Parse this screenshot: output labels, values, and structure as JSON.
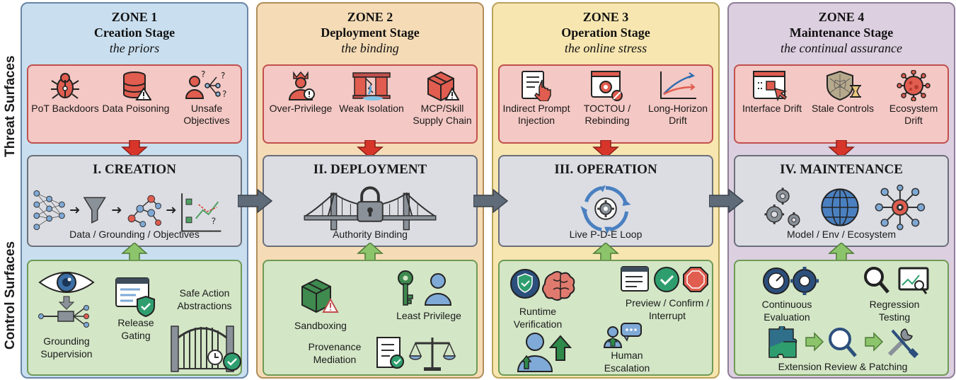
{
  "side_labels": {
    "threat": "Threat Surfaces",
    "control": "Control Surfaces"
  },
  "colors": {
    "zone1": "#c9dff0",
    "zone2": "#f5dcb6",
    "zone3": "#f7e6b0",
    "zone4": "#dccfe0",
    "threat": "#f4c8c4",
    "threat_border": "#c0504d",
    "core": "#dcdde3",
    "control": "#d3e6c6",
    "arrow_red": "#d8352a",
    "arrow_green": "#8cc46b",
    "flow_arrow": "#5f6b78"
  },
  "zones": [
    {
      "zone": "ZONE 1",
      "stage": "Creation Stage",
      "subtitle": "the priors",
      "threats": [
        {
          "label": "PoT Backdoors",
          "icon": "bug-icon"
        },
        {
          "label": "Data Poisoning",
          "icon": "database-warning-icon"
        },
        {
          "label": "Unsafe Objectives",
          "icon": "user-question-icon"
        }
      ],
      "core_title": "I. CREATION",
      "core_sub": "Data / Grounding / Objectives",
      "controls": [
        "Grounding Supervision",
        "Release Gating",
        "Safe Action Abstractions"
      ]
    },
    {
      "zone": "ZONE 2",
      "stage": "Deployment Stage",
      "subtitle": "the binding",
      "threats": [
        {
          "label": "Over-Privilege",
          "icon": "crowned-user-icon"
        },
        {
          "label": "Weak Isolation",
          "icon": "broken-wall-icon"
        },
        {
          "label": "MCP/Skill Supply Chain",
          "icon": "package-warning-icon"
        }
      ],
      "core_title": "II. DEPLOYMENT",
      "core_sub": "Authority Binding",
      "controls": [
        "Sandboxing",
        "Least Privilege",
        "Provenance Mediation"
      ]
    },
    {
      "zone": "ZONE 3",
      "stage": "Operation Stage",
      "subtitle": "the online stress",
      "threats": [
        {
          "label": "Indirect Prompt Injection",
          "icon": "document-pointer-icon"
        },
        {
          "label": "TOCTOU / Rebinding",
          "icon": "window-gear-icon"
        },
        {
          "label": "Long-Horizon Drift",
          "icon": "diverging-lines-icon"
        }
      ],
      "core_title": "III. OPERATION",
      "core_sub": "Live P-D-E Loop",
      "controls": [
        "Runtime Verification",
        "Preview / Confirm / Interrupt",
        "Human Escalation"
      ]
    },
    {
      "zone": "ZONE 4",
      "stage": "Maintenance Stage",
      "subtitle": "the continual assurance",
      "threats": [
        {
          "label": "Interface Drift",
          "icon": "window-cursor-icon"
        },
        {
          "label": "Stale Controls",
          "icon": "cobweb-shield-icon"
        },
        {
          "label": "Ecosystem Drift",
          "icon": "virus-icon"
        }
      ],
      "core_title": "IV. MAINTENANCE",
      "core_sub": "Model / Env / Ecosystem",
      "controls": [
        "Continuous Evaluation",
        "Regression Testing",
        "Extension Review & Patching"
      ]
    }
  ]
}
